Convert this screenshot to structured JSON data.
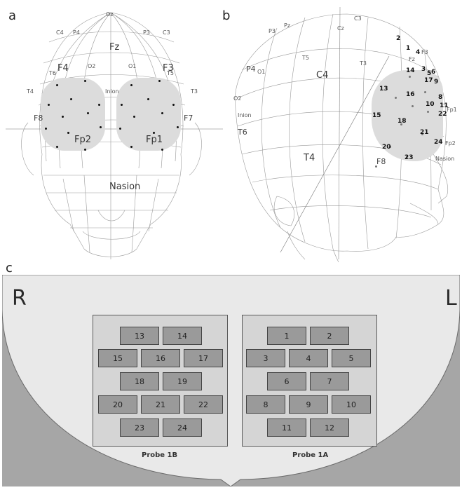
{
  "panels": {
    "a": {
      "letter": "a",
      "labels": {
        "oz": "Oz",
        "c4": "C4",
        "p4": "P4",
        "p3": "P3",
        "c3": "C3",
        "fz": "Fz",
        "f4": "F4",
        "f3": "F3",
        "o2": "O2",
        "o1": "O1",
        "t6": "T6",
        "t5": "T5",
        "t4": "T4",
        "t3": "T3",
        "inion": "Inion",
        "f8": "F8",
        "f7": "F7",
        "fp2": "Fp2",
        "fp1": "Fp1",
        "nasion": "Nasion"
      }
    },
    "b": {
      "letter": "b",
      "labels": {
        "p3": "P3",
        "pz": "Pz",
        "cz": "Cz",
        "c3": "C3",
        "fz": "Fz",
        "f3": "F3",
        "t5": "T5",
        "p4": "P4",
        "o1": "O1",
        "c4": "C4",
        "t3": "T3",
        "o2": "O2",
        "inion": "Inion",
        "t6": "T6",
        "t4": "T4",
        "f8": "F8",
        "fp1": "Fp1",
        "fp2": "Fp2",
        "nasion": "Nasion"
      },
      "channels": [
        "2",
        "1",
        "4",
        "3",
        "5",
        "14",
        "6",
        "17",
        "9",
        "8",
        "11",
        "22",
        "13",
        "16",
        "10",
        "15",
        "18",
        "21",
        "24",
        "20",
        "23"
      ]
    },
    "c": {
      "letter": "c",
      "right_label": "R",
      "left_label": "L",
      "probes": [
        {
          "name": "Probe 1B",
          "rows": [
            [
              "13",
              "14"
            ],
            [
              "15",
              "16",
              "17"
            ],
            [
              "18",
              "19"
            ],
            [
              "20",
              "21",
              "22"
            ],
            [
              "23",
              "24"
            ]
          ]
        },
        {
          "name": "Probe 1A",
          "rows": [
            [
              "1",
              "2"
            ],
            [
              "3",
              "4",
              "5"
            ],
            [
              "6",
              "7"
            ],
            [
              "8",
              "9",
              "10"
            ],
            [
              "11",
              "12"
            ]
          ]
        }
      ]
    }
  }
}
